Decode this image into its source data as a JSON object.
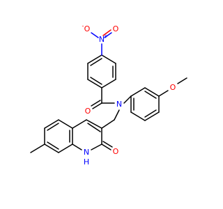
{
  "molecule": {
    "colors": {
      "carbon_bond": "#000000",
      "oxygen": "#ff0000",
      "nitrogen": "#0000ff",
      "background": "#ffffff"
    },
    "atoms": {
      "nitro_o_minus": {
        "symbol": "O",
        "charge": "-"
      },
      "nitro_n_plus": {
        "symbol": "N",
        "charge": "+"
      },
      "nitro_o_double": {
        "symbol": "O"
      },
      "amide_o": {
        "symbol": "O"
      },
      "amide_n": {
        "symbol": "N"
      },
      "methoxy_o": {
        "symbol": "O"
      },
      "quinolinone_o": {
        "symbol": "O"
      },
      "quinolinone_nh_n": {
        "symbol": "N"
      },
      "quinolinone_nh_h": {
        "symbol": "H"
      }
    }
  }
}
